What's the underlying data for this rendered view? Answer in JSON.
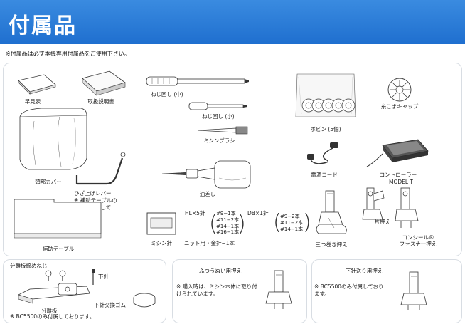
{
  "header": {
    "title": "付属品"
  },
  "notice": "※付属品は必ず本機専用付属品をご使用下さい。",
  "items": {
    "quick_ref": "早見表",
    "manual": "取扱説明書",
    "head_cover": "頭部カバー",
    "knee_lever": "ひざ上げレバー",
    "knee_lever_note": "※ 補助テーブルの\n裏側に格納して\nあります。",
    "aux_table": "補助テーブル",
    "screwdriver_m": "ねじ回し (中)",
    "screwdriver_s": "ねじ回し (小)",
    "brush": "ミシンブラシ",
    "oiler": "油差し",
    "bobbin": "ボビン (5個)",
    "spool_cap": "糸こまキャップ",
    "power_cord": "電源コード",
    "controller": "コントローラー",
    "controller_model": "MODEL T",
    "single_foot": "片押え",
    "hemmer_foot": "三つ巻き押え",
    "zipper_foot": "コンシール®\nファスナー押え",
    "needle": "ミシン針",
    "hl_header": "HL×5針",
    "hl_sizes": "#9−1本\n#11−2本\n#14−1本\n#16−1本",
    "hl_footer": "ニット用・金針−1本",
    "db_header": "DB×1針",
    "db_sizes": "#9−2本\n#11−2本\n#14−1本"
  },
  "panel_plate": {
    "plate_screw": "分離板締めねじ",
    "lower_needle": "下針",
    "plate": "分離板",
    "needle_rubber": "下針交換ゴム",
    "note": "※ BC5500のみ付属しております。"
  },
  "panel_regular": {
    "title": "ふつうぬい用押え",
    "note": "※ 購入時は、ミシン本体に取り付\nけられています。"
  },
  "panel_feed": {
    "title": "下針送り用押え",
    "note": "※ BC5500のみ付属しており\nます。"
  }
}
